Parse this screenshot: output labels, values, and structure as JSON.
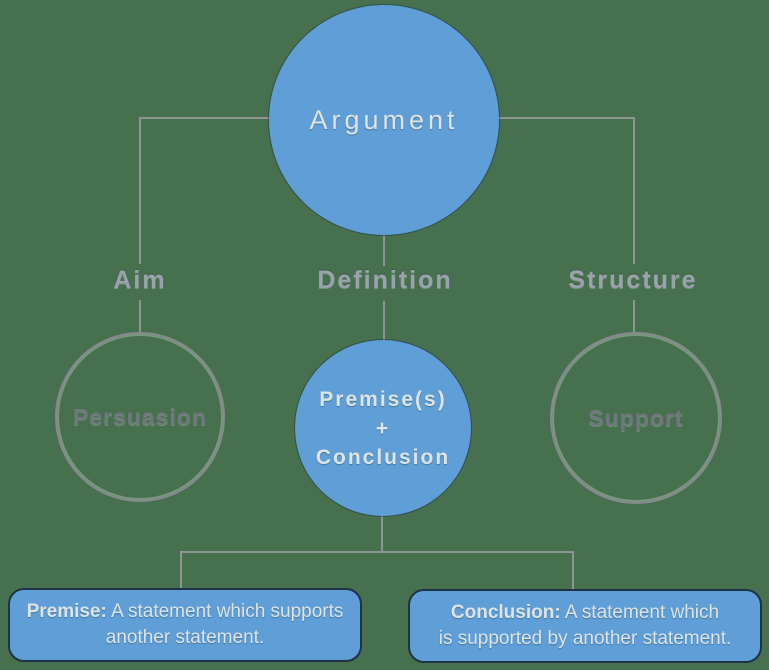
{
  "title": "Argument concept map",
  "colors": {
    "background": "#47704e",
    "node_blue": "#5f9ed7",
    "line_gray": "#8f9494",
    "outline_gray": "#868b8e",
    "label_gray": "#9aa2ae",
    "node_text_gray": "#71777e",
    "light_text": "#dde4e7",
    "box_border": "#1e3346"
  },
  "root": {
    "label": "Argument"
  },
  "branches": [
    {
      "label": "Aim",
      "node_label": "Persuasion",
      "node_type": "outlined-circle"
    },
    {
      "label": "Definition",
      "node_lines": [
        "Premise(s)",
        "+",
        "Conclusion"
      ],
      "node_type": "filled-circle"
    },
    {
      "label": "Structure",
      "node_label": "Support",
      "node_type": "outlined-circle"
    }
  ],
  "leaves": [
    {
      "lead": "Premise:",
      "line1_rest": " A statement which supports",
      "line2": "another statement."
    },
    {
      "lead": "Conclusion:",
      "line1_rest": " A statement which",
      "line2": "is supported by another statement."
    }
  ]
}
